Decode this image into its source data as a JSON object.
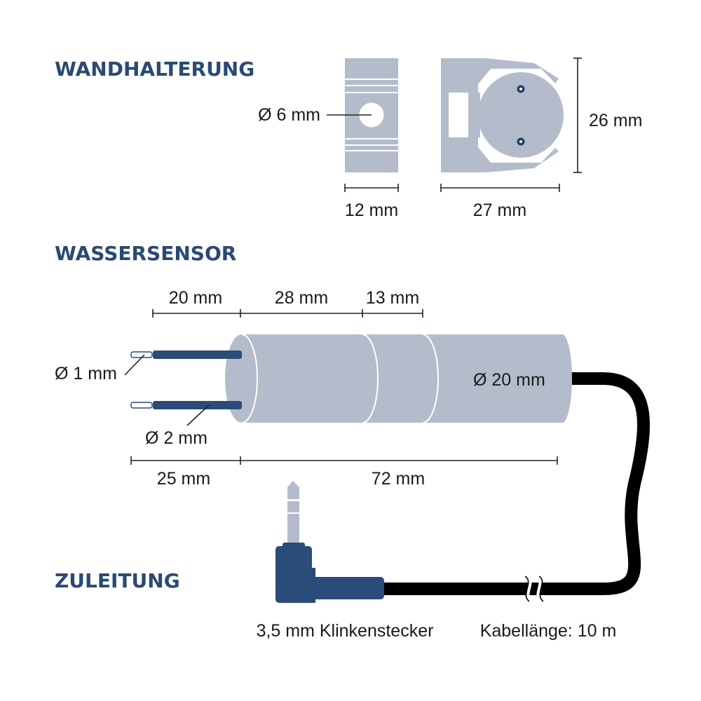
{
  "colors": {
    "heading": "#2a4a72",
    "part": "#b4bccb",
    "wire": "#2b4c78",
    "cable": "#000000"
  },
  "sections": {
    "wall_mount": "WANDHALTERUNG",
    "sensor": "WASSERSENSOR",
    "cable": "ZULEITUNG"
  },
  "wall_mount": {
    "hole_diameter": "Ø 6 mm",
    "width_small": "12 mm",
    "width_large": "27 mm",
    "height": "26 mm"
  },
  "sensor": {
    "seg1": "20 mm",
    "seg2": "28 mm",
    "seg3": "13 mm",
    "pin_tip_diameter": "Ø 1 mm",
    "pin_diameter": "Ø 2 mm",
    "body_diameter": "Ø 20 mm",
    "pin_length": "25 mm",
    "body_length": "72 mm"
  },
  "cable": {
    "plug_label": "3,5 mm Klinkenstecker",
    "length_label": "Kabellänge: 10 m"
  }
}
